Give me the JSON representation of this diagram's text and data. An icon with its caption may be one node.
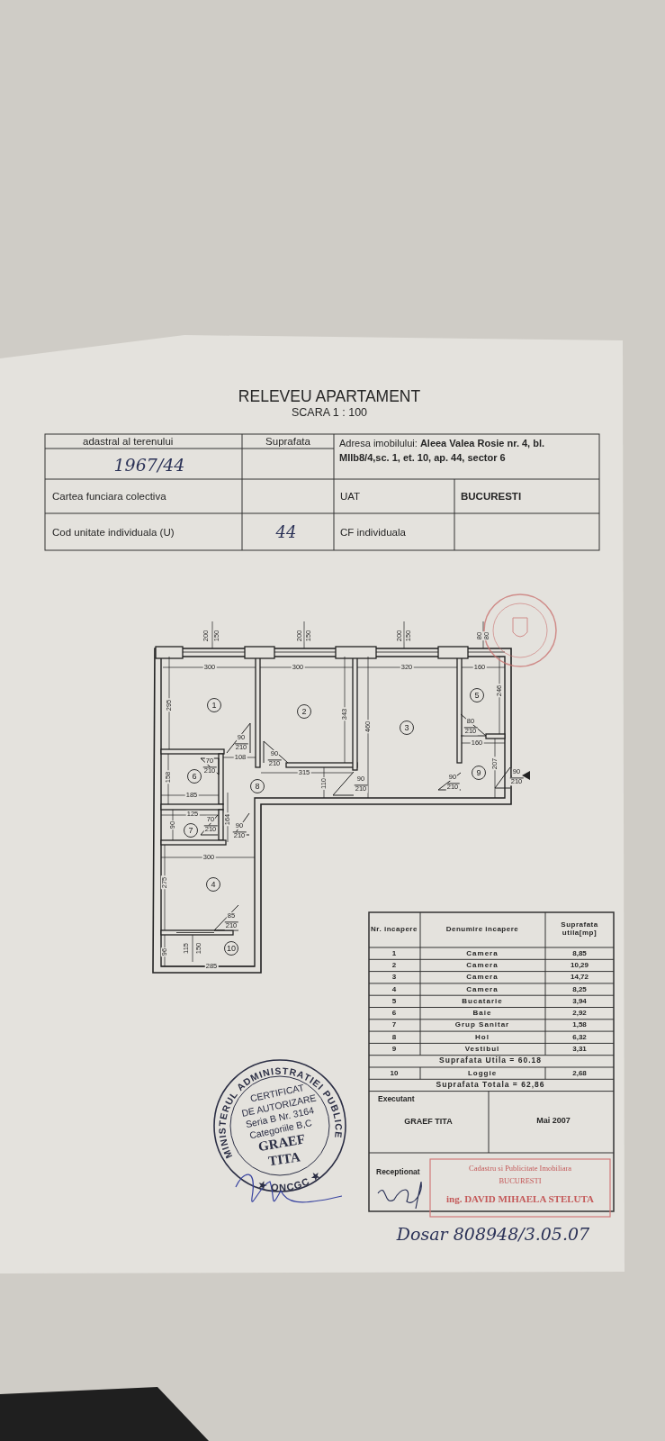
{
  "diagram": {
    "title": "RELEVEU APARTAMENT",
    "nodes": [
      {
        "text": [
          "1"
        ]
      },
      {
        "text": [
          "2"
        ]
      },
      {
        "text": [
          "3"
        ]
      },
      {
        "text": [
          "4"
        ]
      },
      {
        "text": [
          "5"
        ]
      },
      {
        "text": [
          "6"
        ]
      },
      {
        "text": [
          "7"
        ]
      },
      {
        "text": [
          "8"
        ]
      },
      {
        "text": [
          "9"
        ]
      },
      {
        "text": [
          "10"
        ]
      }
    ],
    "labels": [
      "SCARA 1 : 100",
      "adastral al terenului",
      "Suprafata",
      "Adresa imobilului: **Aleea Valea Rosie nr. 4, bl. MIIb8/4,sc. 1, et. 10, ap. 44, sector 6**",
      "1967/44",
      "Cartea funciara colectiva",
      "UAT",
      "BUCURESTI",
      "Cod unitate individuala (U)",
      "44",
      "CF individuala",
      "200",
      "150",
      "200",
      "150",
      "200",
      "150",
      "80",
      "80",
      "300",
      "300",
      "320",
      "160",
      "295",
      "343",
      "460",
      "246",
      "90",
      "210",
      "80",
      "210",
      "160",
      "108",
      "70",
      "210",
      "90",
      "210",
      "207",
      "158",
      "315",
      "90",
      "210",
      "90",
      "210",
      "90",
      "210",
      "110",
      "185",
      "164",
      "125",
      "90",
      "70",
      "210",
      "90",
      "210",
      "300",
      "275",
      "85",
      "210",
      "115",
      "150",
      "96",
      "285",
      "Nr. incapere",
      "Denumire incapere",
      "Suprafata utila[mp]",
      "1",
      "Camera",
      "8,85",
      "2",
      "Camera",
      "10,29",
      "3",
      "Camera",
      "14,72",
      "4",
      "Camera",
      "8,25",
      "5",
      "Bucatarie",
      "3,94",
      "6",
      "Baie",
      "2,92",
      "7",
      "Grup Sanitar",
      "1,58",
      "8",
      "Hol",
      "6,32",
      "9",
      "Vestibul",
      "3,31",
      "Suprafata Utila = 60.18",
      "10",
      "Loggie",
      "2,68",
      "Suprafata Totala = 62,86",
      "Executant",
      "GRAEF TITA",
      "Mai 2007",
      "Receptionat",
      "Cadastru si Publicitate Imobiliara",
      "BUCURESTI",
      "ing. DAVID MIHAELA STELUTA",
      "MINISTERUL ADMINISTRATIEI PUBLICE",
      "★ ONCGC ★",
      "CERTIFICAT",
      "DE AUTORIZARE",
      "Seria B Nr. 3164",
      "Categoriile B,C",
      "GRAEF",
      "TITA",
      "Dosar 808948/3.05.07"
    ]
  }
}
